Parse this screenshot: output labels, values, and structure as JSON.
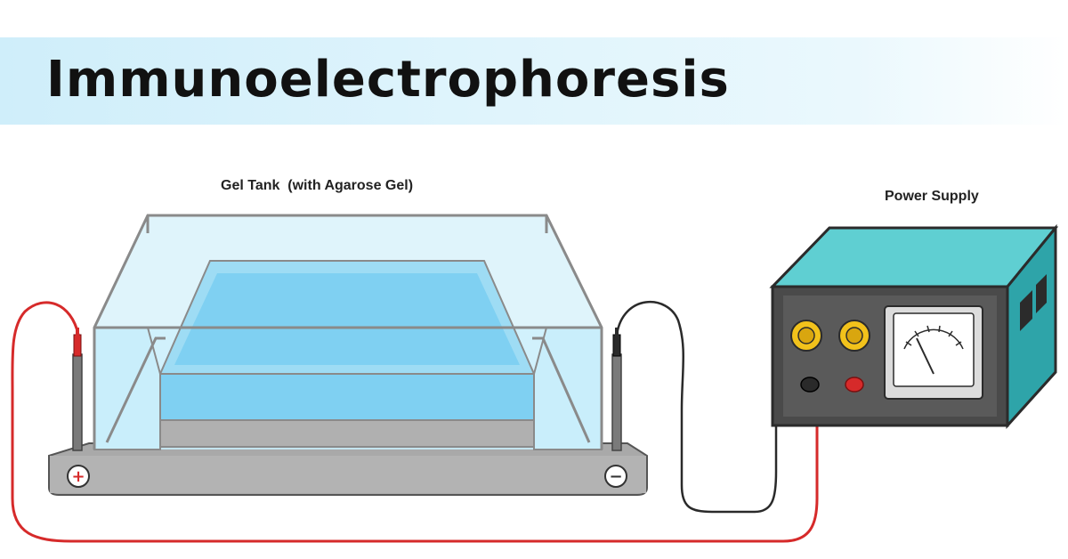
{
  "title": "Immunoelectrophoresis",
  "labels": {
    "gel_tank": "Gel Tank  (with Agarose Gel)",
    "power_supply": "Power Supply"
  },
  "electrodes": {
    "positive_symbol": "+",
    "negative_symbol": "−"
  },
  "colors": {
    "banner": "#d6f1fb",
    "gel": "#7fd0f2",
    "buffer": "#c9eefb",
    "power_supply_body": "#3fb7bb",
    "positive_wire": "#d62a2a",
    "negative_wire": "#222222",
    "terminal": "#f2c21b"
  }
}
